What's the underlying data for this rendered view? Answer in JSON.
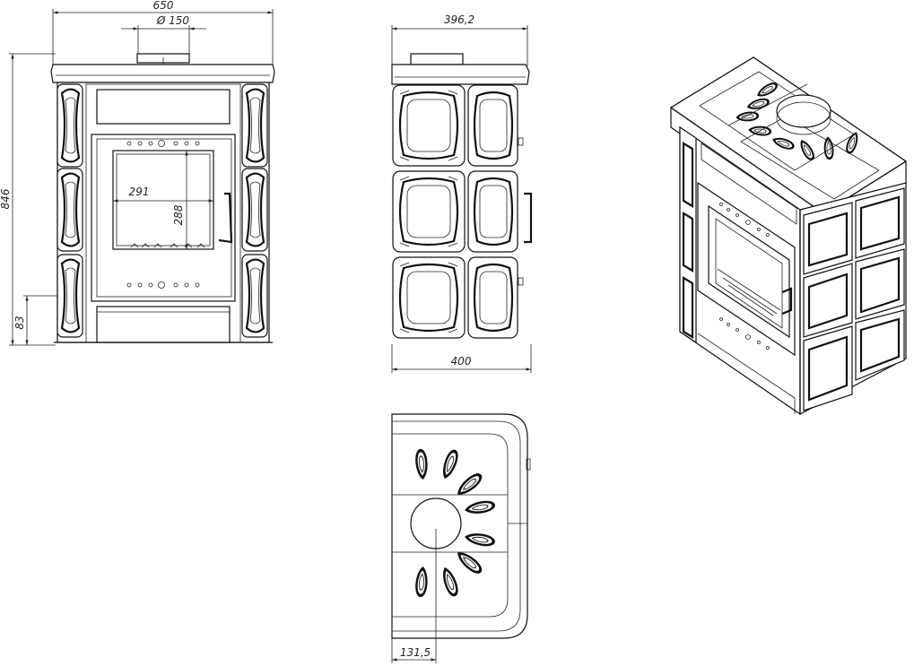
{
  "dimensions": {
    "front_width": "650",
    "flue_diameter": "Ø 150",
    "height": "846",
    "bottom_height": "83",
    "firebox_width": "291",
    "firebox_height": "288",
    "side_depth_top": "396,2",
    "side_depth_bottom": "400",
    "flue_offset": "131,5"
  },
  "views": [
    "front-view",
    "side-view",
    "top-view",
    "isometric-view"
  ]
}
